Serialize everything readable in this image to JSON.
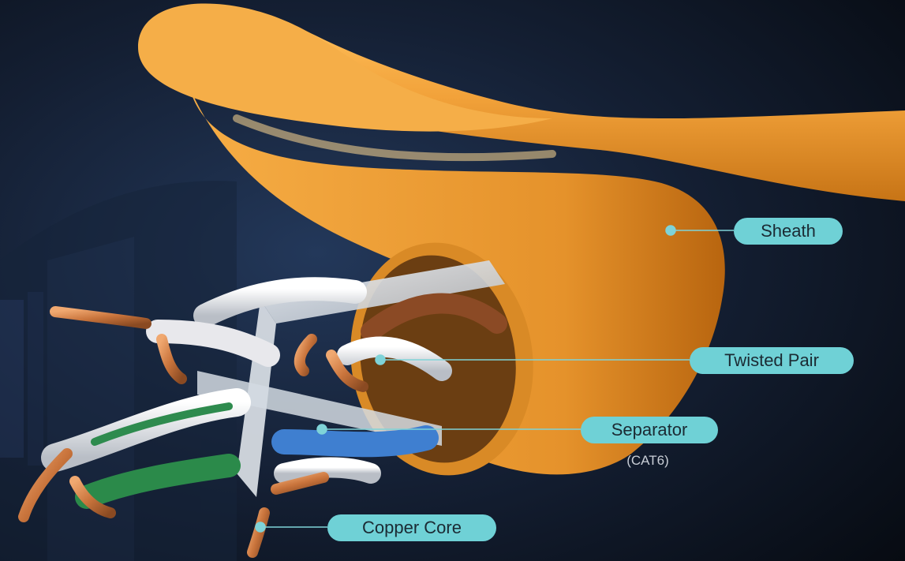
{
  "colors": {
    "callout": "#6fd1d6",
    "callout_line": "#7fd3d8",
    "sheath": "#f2a53a",
    "background": "#0b1424"
  },
  "labels": {
    "sheath": "Sheath",
    "twisted_pair": "Twisted Pair",
    "separator": "Separator",
    "separator_note": "(CAT6)",
    "copper_core": "Copper Core"
  }
}
